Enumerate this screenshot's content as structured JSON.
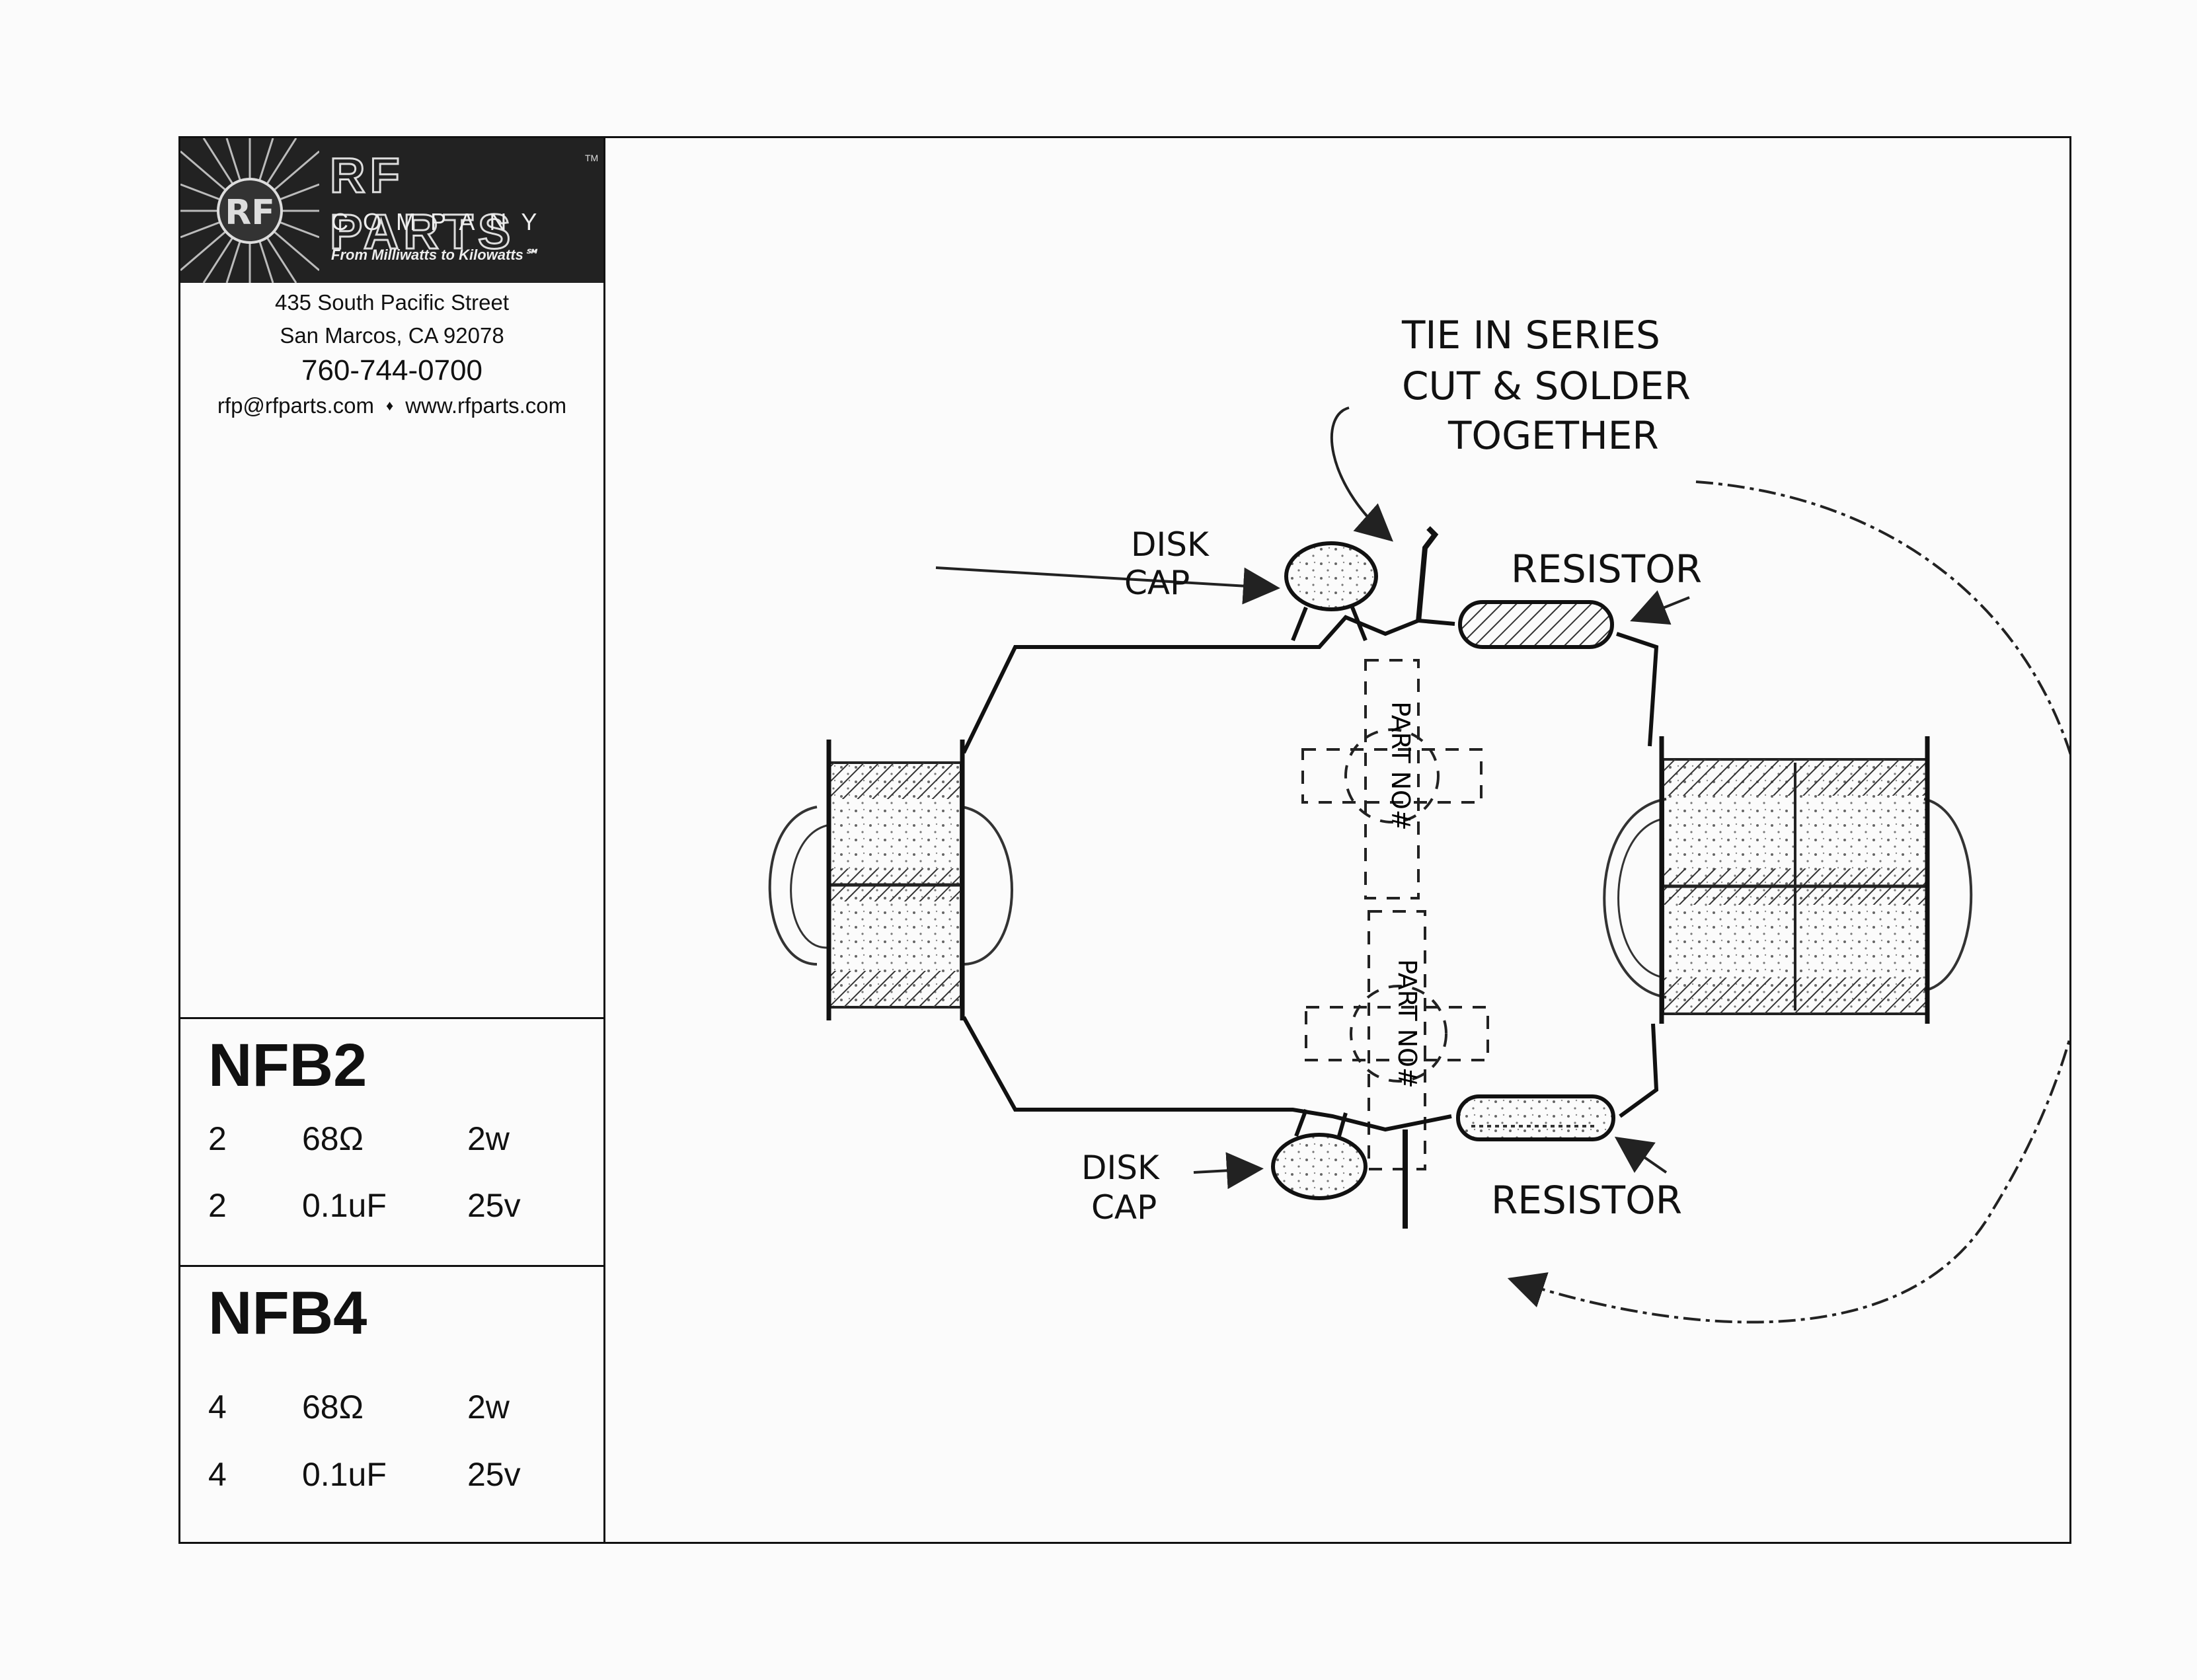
{
  "logo": {
    "brand": "RF PARTS",
    "tm": "TM",
    "company": "COMPANY",
    "tagline": "From Milliwatts to Kilowatts℠",
    "badge": "RF"
  },
  "address": {
    "street": "435 South Pacific Street",
    "city": "San Marcos, CA 92078",
    "phone": "760-744-0700",
    "email": "rfp@rfparts.com",
    "separator": "♦",
    "website": "www.rfparts.com"
  },
  "kits": [
    {
      "name": "NFB2",
      "rows": [
        {
          "qty": "2",
          "value": "68Ω",
          "rating": "2w"
        },
        {
          "qty": "2",
          "value": "0.1uF",
          "rating": "25v"
        }
      ]
    },
    {
      "name": "NFB4",
      "rows": [
        {
          "qty": "4",
          "value": "68Ω",
          "rating": "2w"
        },
        {
          "qty": "4",
          "value": "0.1uF",
          "rating": "25v"
        }
      ]
    }
  ],
  "diagram": {
    "note_line1": "TIE IN SERIES",
    "note_line2": "CUT & SOLDER",
    "note_line3": "TOGETHER",
    "disk_cap_top_1": "DISK",
    "disk_cap_top_2": "CAP",
    "resistor_top": "RESISTOR",
    "disk_cap_bottom_1": "DISK",
    "disk_cap_bottom_2": "CAP",
    "resistor_bottom": "RESISTOR",
    "part_no_top": "PART NO#",
    "part_no_bottom": "PART NO#"
  }
}
